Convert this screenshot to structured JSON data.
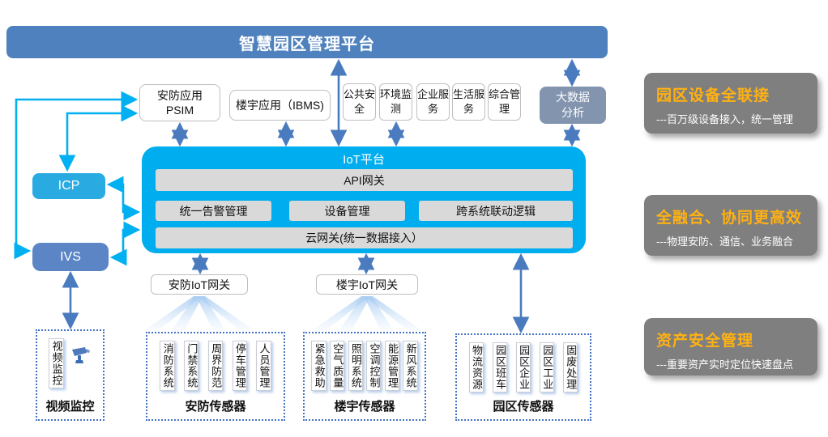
{
  "banner": {
    "title": "智慧园区管理平台"
  },
  "apps": {
    "psim": "安防应用\nPSIM",
    "ibms": "楼宇应用（IBMS)",
    "small": [
      "公共安全",
      "环境监测",
      "企业服务",
      "生活服务",
      "综合管理"
    ],
    "bigdata": "大数据\n分析"
  },
  "left_nodes": {
    "icp": "ICP",
    "ivs": "IVS"
  },
  "iot": {
    "title": "IoT平台",
    "api_gateway": "API网关",
    "modules": [
      "统一告警管理",
      "设备管理",
      "跨系统联动逻辑"
    ],
    "cloud_gateway": "云网关(统一数据接入）"
  },
  "gateways": [
    {
      "label": "安防IoT网关"
    },
    {
      "label": "楼宇IoT网关"
    }
  ],
  "sensor_groups": [
    {
      "label": "视频监控",
      "columns": [
        "视频监控"
      ]
    },
    {
      "label": "安防传感器",
      "columns": [
        "消防系统",
        "门禁系统",
        "周界防范",
        "停车管理",
        "人员管理"
      ]
    },
    {
      "label": "楼宇传感器",
      "columns": [
        "紧急救助",
        "空气质量",
        "照明系统",
        "空调控制",
        "能源管理",
        "新风系统"
      ]
    },
    {
      "label": "园区传感器",
      "columns": [
        "物流资源",
        "园区班车",
        "园区企业",
        "园区工业",
        "固废处理"
      ]
    }
  ],
  "right_panels": [
    {
      "title": "园区设备全联接",
      "subtitle": "---百万级设备接入，统一管理"
    },
    {
      "title": "全融合、协同更高效",
      "subtitle": "---物理安防、通信、业务融合"
    },
    {
      "title": "资产安全管理",
      "subtitle": "---重要资产实时定位快速盘点"
    }
  ],
  "colors": {
    "banner": "#4E81BD",
    "iot": "#00AEEF",
    "icp": "#29ABE2",
    "ivs": "#5C85C6",
    "bigdata": "#8394AF",
    "panel": "#7F7F7F",
    "panel-title": "#FFB113",
    "arrow-dark": "#4A7BBE",
    "arrow-cyan": "#00B0F0",
    "bar-gray": "#D9D9D9"
  }
}
